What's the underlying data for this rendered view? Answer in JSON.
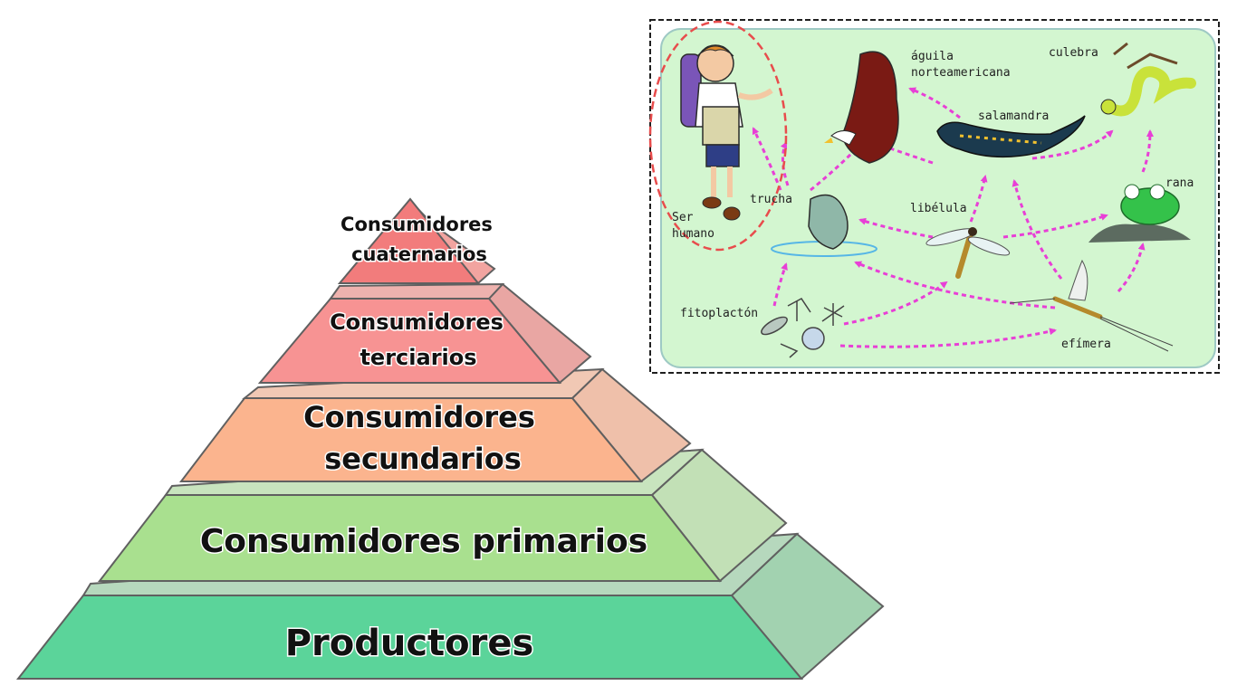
{
  "pyramid": {
    "levels": [
      {
        "lines": [
          "Consumidores",
          "cuaternarios"
        ],
        "color": "#f27c7c",
        "side": "#f2a4a0"
      },
      {
        "lines": [
          "Consumidores",
          "terciarios"
        ],
        "color": "#f79393",
        "side": "#e9a6a3"
      },
      {
        "lines": [
          "Consumidores",
          "secundarios"
        ],
        "color": "#fbb48e",
        "side": "#efc0aa"
      },
      {
        "lines": [
          "Consumidores primarios"
        ],
        "color": "#a9e08f",
        "side": "#c2e0b6"
      },
      {
        "lines": [
          "Productores"
        ],
        "color": "#5bd49a",
        "side": "#a2d2b0"
      }
    ]
  },
  "food_web": {
    "labels": {
      "human": [
        "Ser",
        "humano"
      ],
      "eagle": [
        "águila",
        "norteamericana"
      ],
      "snake": "culebra",
      "salamander": "salamandra",
      "trout": "trucha",
      "dragonfly": "libélula",
      "frog": "rana",
      "phytoplankton": "fitoplactón",
      "mayfly": "efímera"
    },
    "colors": {
      "background": "#d3f6d0",
      "border": "#1f1f1f",
      "arrow": "#e83fd6",
      "highlight": "#e84c4c"
    }
  }
}
